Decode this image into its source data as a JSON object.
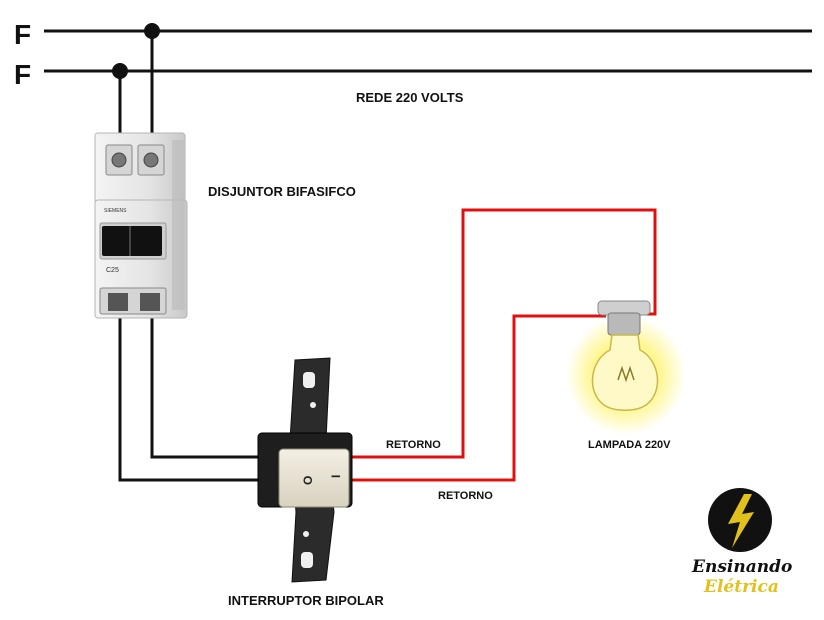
{
  "phases": [
    "F",
    "F"
  ],
  "labels": {
    "network": "REDE 220 VOLTS",
    "breaker": "DISJUNTOR BIFASIFCO",
    "switch": "INTERRUPTOR BIPOLAR",
    "lamp": "LAMPADA 220V",
    "return_top": "RETORNO",
    "return_bottom": "RETORNO"
  },
  "breaker_face": {
    "brand": "SIEMENS",
    "rating": "C25"
  },
  "switch_face": {
    "on_symbol": "I",
    "off_symbol": "O"
  },
  "logo": {
    "line1": "Ensinando",
    "line2": "Elétrica"
  },
  "colors": {
    "neutral_wire": "#111111",
    "return_wire": "#e01010",
    "logo_accent": "#e2c21a",
    "lamp_glow": "#fff36a"
  },
  "icons": [
    "lightning-bolt-icon"
  ]
}
